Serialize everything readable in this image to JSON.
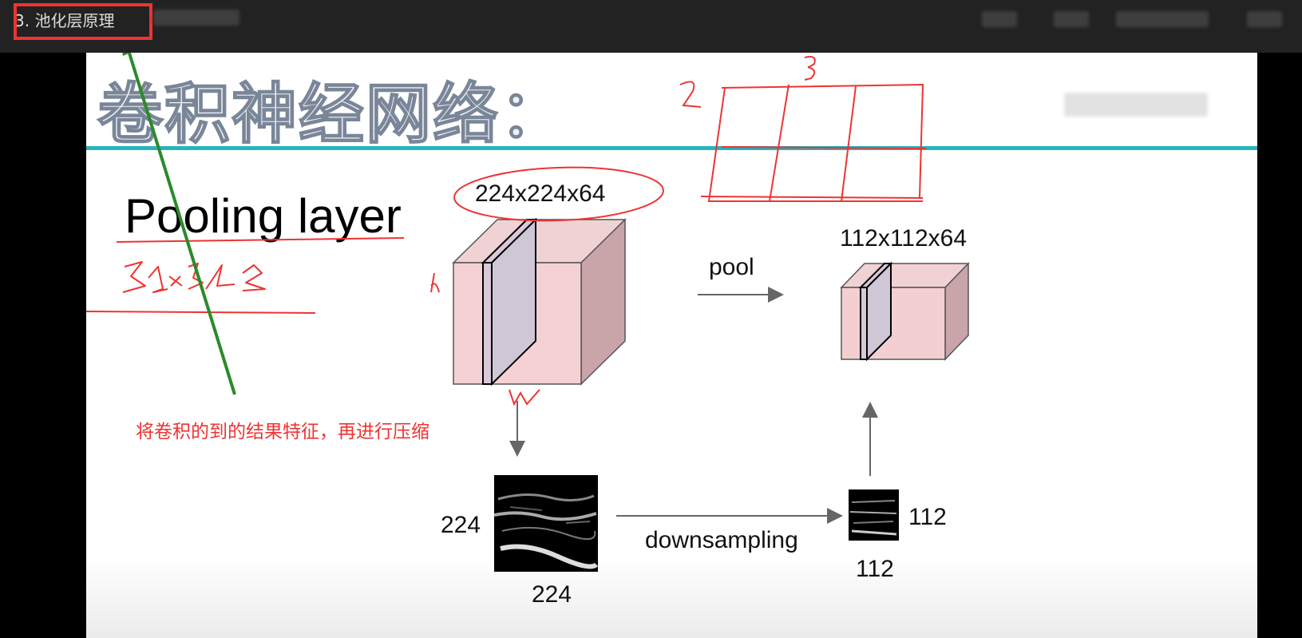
{
  "topbar": {
    "video_title": "3. 池化层原理"
  },
  "slide": {
    "heading": "卷积神经网络：",
    "subtitle": "Pooling layer",
    "input_size": "224x224x64",
    "output_size": "112x112x64",
    "pool_label": "pool",
    "downsampling_label": "downsampling",
    "left_map_height": "224",
    "left_map_width": "224",
    "right_map_height": "112",
    "right_map_width": "112"
  },
  "annotations": {
    "handwritten_dims": "32×32×3",
    "handwritten_h": "h",
    "handwritten_w": "w",
    "grid_rows": "2",
    "grid_cols": "3",
    "note": "将卷积的到的结果特征，再进行压缩"
  },
  "colors": {
    "annotation_red": "#e33",
    "arrow_green": "#2a8a2a",
    "rule_teal": "#29b3bd",
    "cube_front": "#f4cfd2",
    "cube_side": "#c9a4a8"
  }
}
